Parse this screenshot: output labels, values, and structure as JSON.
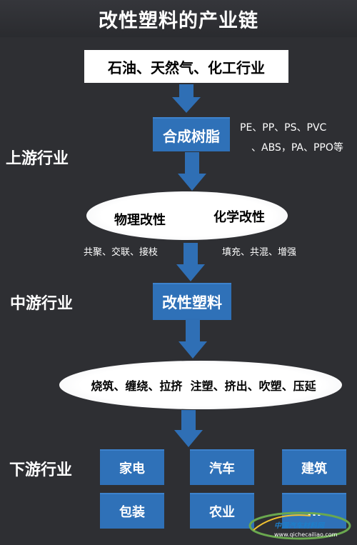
{
  "title": "改性塑料的产业链",
  "top_source": "石油、天然气、化工行业",
  "resin_box": "合成树脂",
  "resin_types": [
    "PE、PP、PS、PVC",
    "、ABS，PA、PPO等"
  ],
  "upstream_label": "上游行业",
  "modification": {
    "physical": "物理改性",
    "chemical": "化学改性",
    "physical_methods": "共聚、交联、接枝",
    "chemical_methods": "填充、共混、增强"
  },
  "midstream_label": "中游行业",
  "modified_plastic_box": "改性塑料",
  "processes": "烧筑、缠绕、拉挤  注塑、挤出、吹塑、压延",
  "downstream_label": "下游行业",
  "downstream_items": [
    "家电",
    "汽车",
    "建筑",
    "包装",
    "农业",
    "..."
  ],
  "watermark": {
    "name": "中国汽车材料网",
    "url": "www.qichecailiao.com"
  },
  "colors": {
    "background": "#2e2f33",
    "box_blue": "#2f71b8",
    "arrow_blue": "#2f6fb5"
  }
}
